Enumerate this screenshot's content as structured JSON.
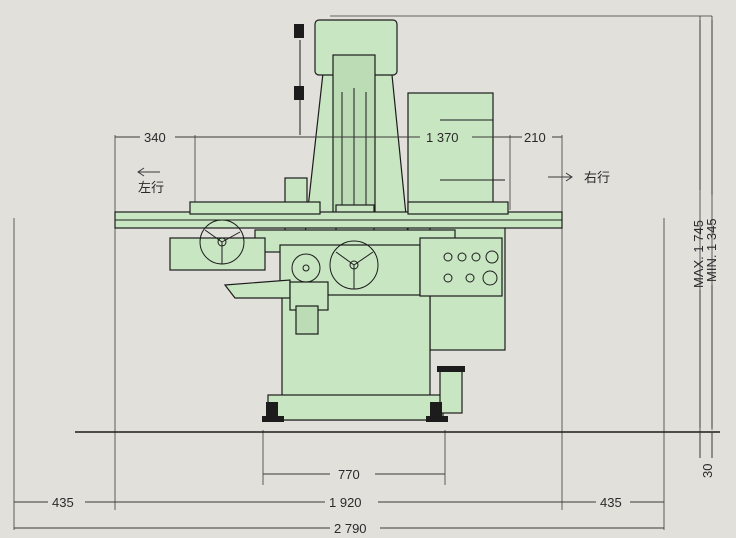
{
  "dimensions": {
    "left_stroke": "340",
    "table_travel": "1 370",
    "right_stroke": "210",
    "column_base": "770",
    "left_overhang": "435",
    "table_length": "1 920",
    "right_overhang": "435",
    "overall_length": "2 790",
    "max_height": "MAX. 1 745",
    "min_height": "MIN. 1 345",
    "floor_depth": "30"
  },
  "labels": {
    "left_travel": "左行",
    "right_travel": "右行"
  },
  "colors": {
    "machine": "#c9e6c3",
    "background": "#e2e0db",
    "line": "#1c1c1c"
  }
}
